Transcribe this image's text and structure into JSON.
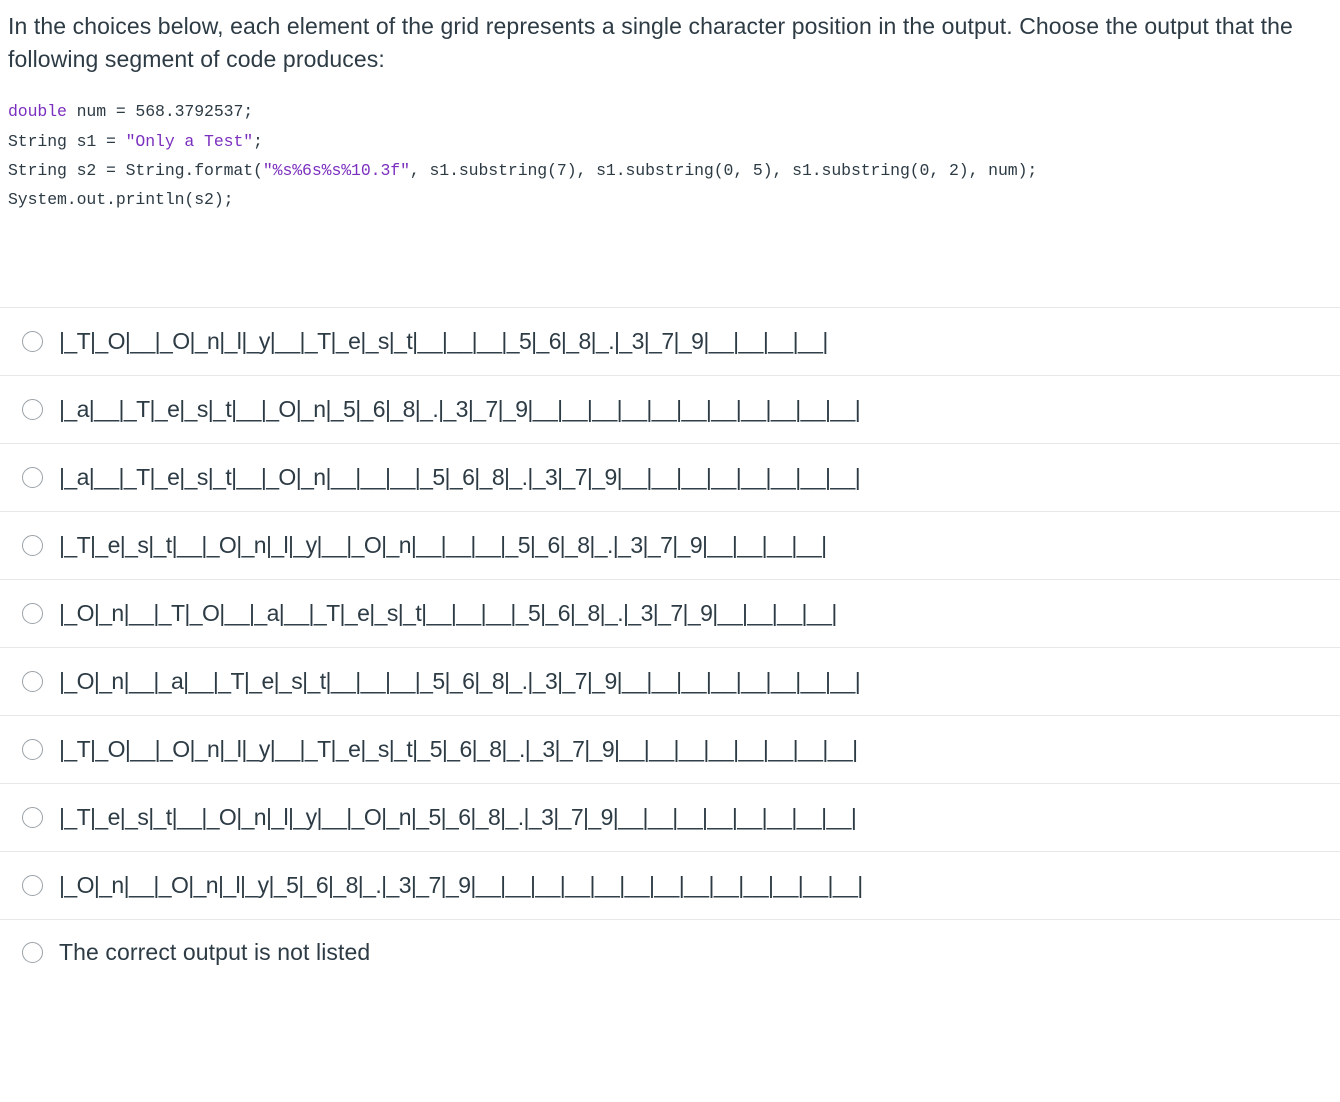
{
  "prompt": {
    "text": "In the choices below, each element of the grid represents a single character position in the output.  Choose the output that the following segment of code produces:"
  },
  "code": {
    "lines": [
      [
        {
          "t": "double",
          "c": "kw"
        },
        {
          "t": " num = 568.3792537;",
          "c": "plain"
        }
      ],
      [
        {
          "t": "String s1 = ",
          "c": "plain"
        },
        {
          "t": "\"Only a Test\"",
          "c": "str"
        },
        {
          "t": ";",
          "c": "plain"
        }
      ],
      [
        {
          "t": "String s2 = String.format(",
          "c": "plain"
        },
        {
          "t": "\"%s%6s%s%10.3f\"",
          "c": "str"
        },
        {
          "t": ", s1.substring(7), s1.substring(0, 5), s1.substring(0, 2), num);",
          "c": "plain"
        }
      ],
      [
        {
          "t": "System.out.println(s2);",
          "c": "plain"
        }
      ]
    ]
  },
  "choices": [
    {
      "id": "choice-a",
      "kind": "grid",
      "text": "|_T|_O|__|_O|_n|_l|_y|__|_T|_e|_s|_t|__|__|__|_5|_6|_8|_.|_3|_7|_9|__|__|__|__|"
    },
    {
      "id": "choice-b",
      "kind": "grid",
      "text": "|_a|__|_T|_e|_s|_t|__|_O|_n|_5|_6|_8|_.|_3|_7|_9|__|__|__|__|__|__|__|__|__|__|__|"
    },
    {
      "id": "choice-c",
      "kind": "grid",
      "text": "|_a|__|_T|_e|_s|_t|__|_O|_n|__|__|__|_5|_6|_8|_.|_3|_7|_9|__|__|__|__|__|__|__|__|"
    },
    {
      "id": "choice-d",
      "kind": "grid",
      "text": "|_T|_e|_s|_t|__|_O|_n|_l|_y|__|_O|_n|__|__|__|_5|_6|_8|_.|_3|_7|_9|__|__|__|__|"
    },
    {
      "id": "choice-e",
      "kind": "grid",
      "text": "|_O|_n|__|_T|_O|__|_a|__|_T|_e|_s|_t|__|__|__|_5|_6|_8|_.|_3|_7|_9|__|__|__|__|"
    },
    {
      "id": "choice-f",
      "kind": "grid",
      "text": "|_O|_n|__|_a|__|_T|_e|_s|_t|__|__|__|_5|_6|_8|_.|_3|_7|_9|__|__|__|__|__|__|__|__|"
    },
    {
      "id": "choice-g",
      "kind": "grid",
      "text": "|_T|_O|__|_O|_n|_l|_y|__|_T|_e|_s|_t|_5|_6|_8|_.|_3|_7|_9|__|__|__|__|__|__|__|__|"
    },
    {
      "id": "choice-h",
      "kind": "grid",
      "text": "|_T|_e|_s|_t|__|_O|_n|_l|_y|__|_O|_n|_5|_6|_8|_.|_3|_7|_9|__|__|__|__|__|__|__|__|"
    },
    {
      "id": "choice-i",
      "kind": "grid",
      "text": "|_O|_n|__|_O|_n|_l|_y|_5|_6|_8|_.|_3|_7|_9|__|__|__|__|__|__|__|__|__|__|__|__|__|"
    },
    {
      "id": "choice-j",
      "kind": "plain",
      "text": "The correct output is not listed"
    }
  ]
}
